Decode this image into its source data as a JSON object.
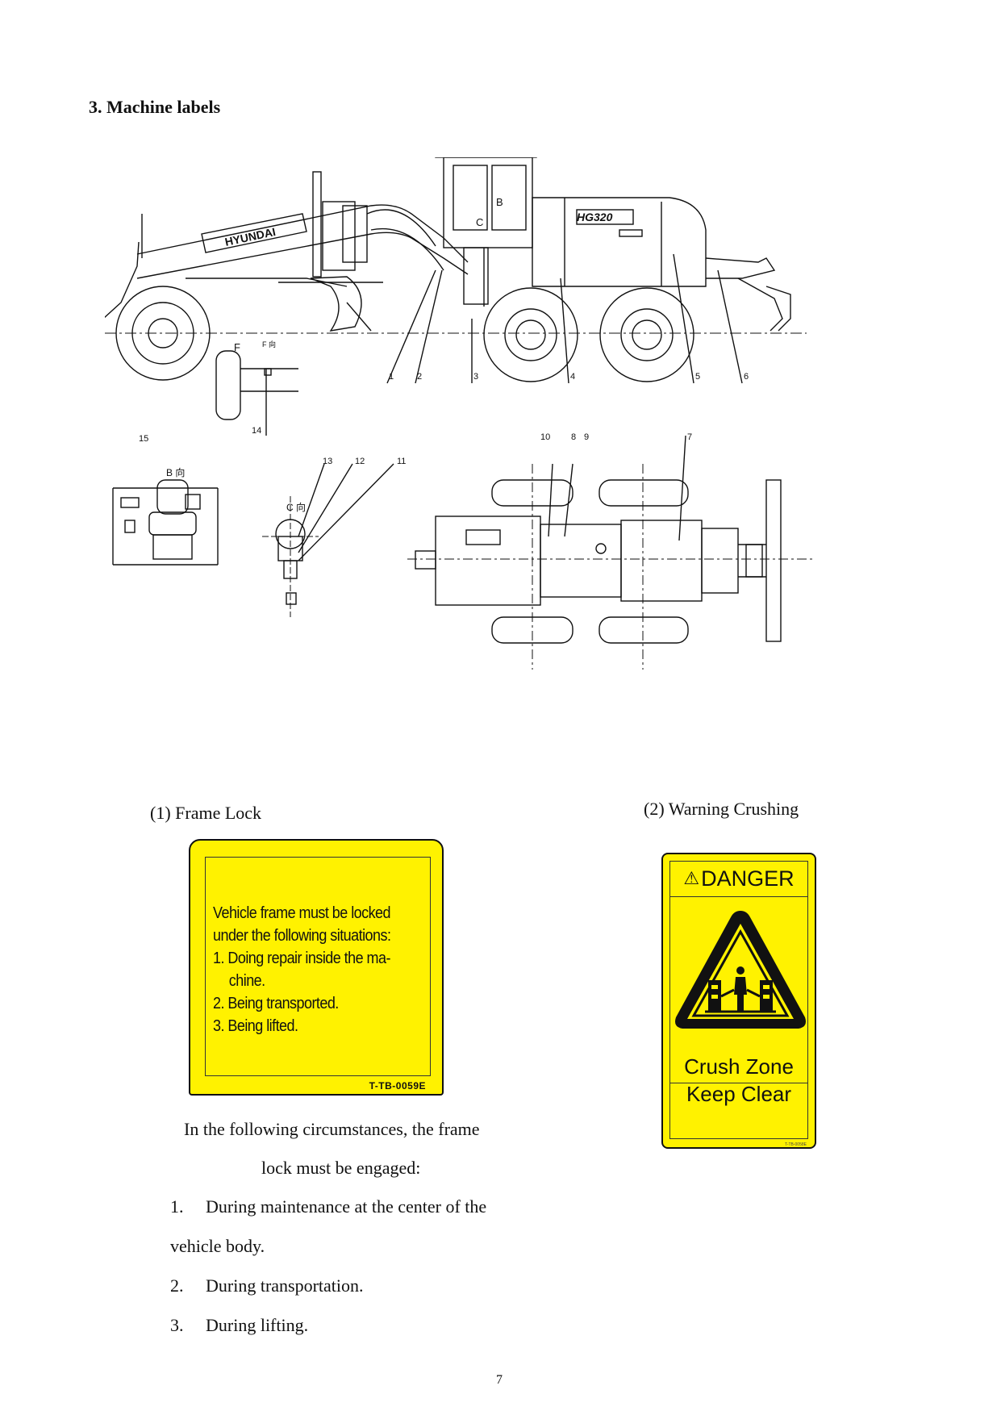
{
  "heading": "3. Machine labels",
  "drawing": {
    "model_badge": "HG320",
    "brand": "HYUNDAI",
    "view_letters": [
      "B",
      "C",
      "F"
    ],
    "callouts": [
      "1",
      "2",
      "3",
      "4",
      "5",
      "6",
      "7",
      "8",
      "9",
      "10",
      "11",
      "12",
      "13",
      "14",
      "15"
    ]
  },
  "captions": {
    "frame_lock": "(1) Frame Lock",
    "warning_crushing": "(2) Warning Crushing"
  },
  "frame_lock_label": {
    "lines": [
      "Vehicle frame must be locked",
      "under the following situations:",
      "1. Doing repair inside the ma-",
      "chine.",
      "2. Being transported.",
      "3. Being lifted."
    ],
    "code": "T-TB-0059E"
  },
  "danger_label": {
    "header": "DANGER",
    "message_line1": "Crush Zone",
    "message_line2": "Keep Clear",
    "code": "T-TB-0058E"
  },
  "body_text": {
    "intro_line1": "In the following circumstances, the frame",
    "intro_line2": "lock must be engaged:",
    "items": [
      {
        "num": "1.",
        "text": "During maintenance at the center of the"
      },
      {
        "num": "",
        "text": "vehicle body."
      },
      {
        "num": "2.",
        "text": "During transportation."
      },
      {
        "num": "3.",
        "text": "During lifting."
      }
    ]
  },
  "page_number": "7"
}
